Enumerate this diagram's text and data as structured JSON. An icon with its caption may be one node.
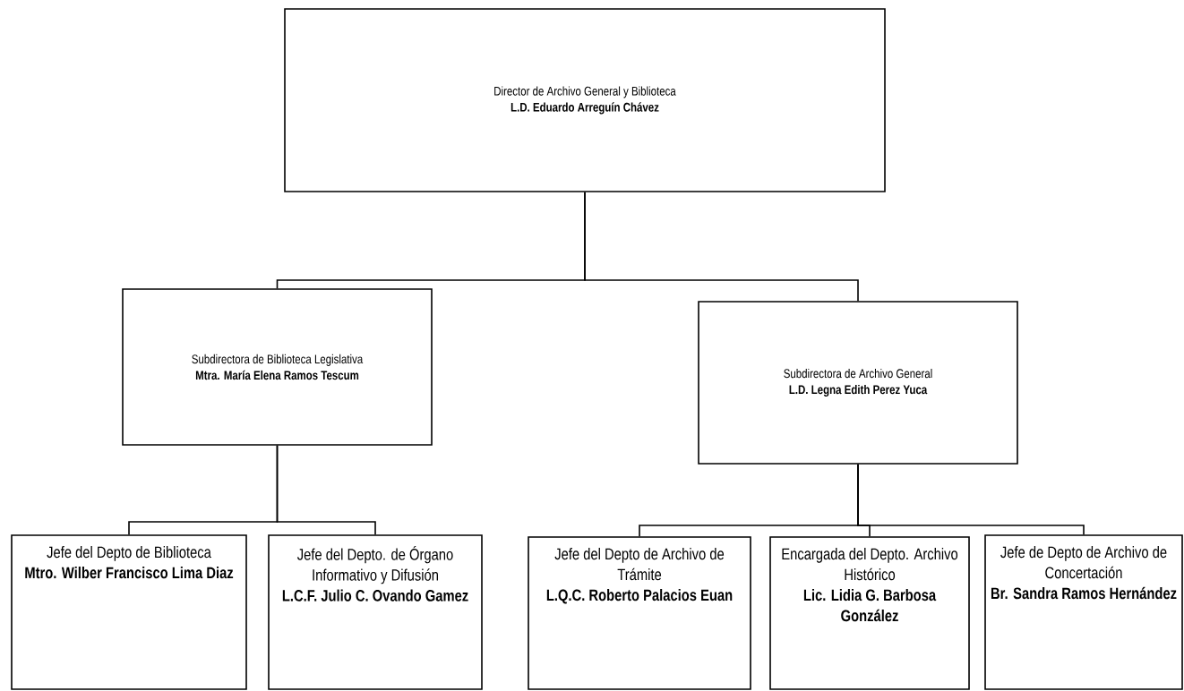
{
  "diagram": {
    "nodes": [
      {
        "text": [
          "Director de Archivo General y Biblioteca",
          "L.D. Eduardo Arreguín Chávez"
        ]
      },
      {
        "text": [
          "Subdirectora de Biblioteca Legislativa",
          "Mtra. María Elena Ramos Tescum"
        ]
      },
      {
        "text": [
          "Subdirectora de Archivo General",
          "L.D. Legna Edith Perez Yuca"
        ]
      },
      {
        "text": [
          "Jefe del Depto de Biblioteca",
          "Mtro. Wilber Francisco Lima Diaz"
        ]
      },
      {
        "text": [
          "Jefe del Depto. de Órgano Informativo y Difusión",
          "L.C.F. Julio C. Ovando Gamez"
        ]
      },
      {
        "text": [
          "Jefe del Depto de Archivo de Trámite",
          "L.Q.C. Roberto Palacios Euan"
        ]
      },
      {
        "text": [
          "Encargada del Depto. Archivo Histórico",
          "Lic. Lidia G. Barbosa González"
        ]
      },
      {
        "text": [
          "Jefe de Depto de Archivo de Concertación",
          "Br. Sandra Ramos Hernández"
        ]
      }
    ],
    "edges": [
      {
        "from": 0,
        "to": 1,
        "arrow": "none"
      },
      {
        "from": 0,
        "to": 2,
        "arrow": "none"
      },
      {
        "from": 1,
        "to": 3,
        "arrow": "none"
      },
      {
        "from": 1,
        "to": 4,
        "arrow": "none"
      },
      {
        "from": 2,
        "to": 5,
        "arrow": "none"
      },
      {
        "from": 2,
        "to": 6,
        "arrow": "none"
      },
      {
        "from": 2,
        "to": 7,
        "arrow": "none"
      }
    ]
  }
}
